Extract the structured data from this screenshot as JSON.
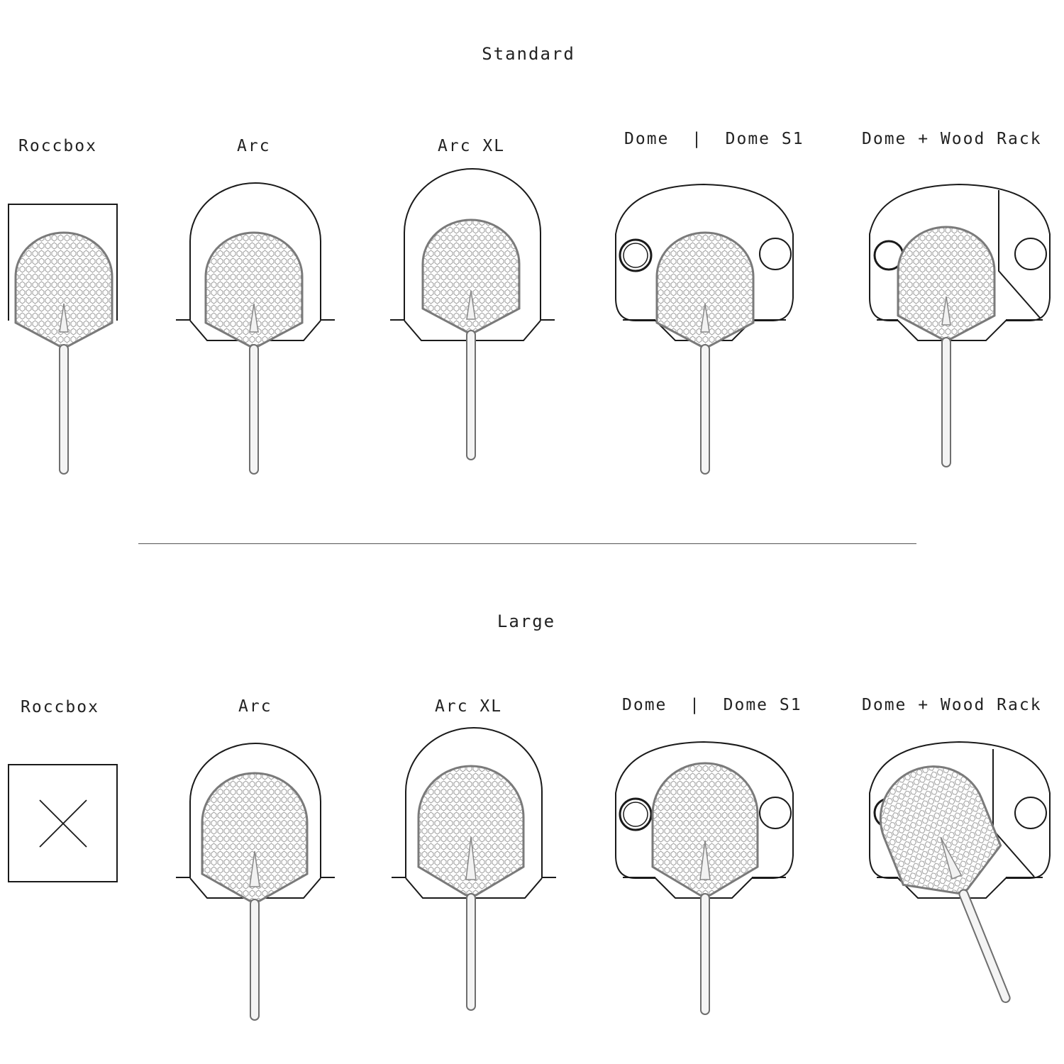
{
  "sections": [
    {
      "title": "Standard",
      "ovens": [
        {
          "label": "Roccbox",
          "fits": true
        },
        {
          "label": "Arc",
          "fits": true
        },
        {
          "label": "Arc XL",
          "fits": true
        },
        {
          "label": "Dome  |  Dome S1",
          "fits": true
        },
        {
          "label": "Dome + Wood Rack",
          "fits": true
        }
      ]
    },
    {
      "title": "Large",
      "ovens": [
        {
          "label": "Roccbox",
          "fits": false
        },
        {
          "label": "Arc",
          "fits": true
        },
        {
          "label": "Arc XL",
          "fits": true
        },
        {
          "label": "Dome  |  Dome S1",
          "fits": true
        },
        {
          "label": "Dome + Wood Rack",
          "fits": true
        }
      ]
    }
  ],
  "colors": {
    "line": "#1a1a1a",
    "peel": "#9a9a9a",
    "mesh": "#bdbdbd",
    "background": "#ffffff"
  }
}
